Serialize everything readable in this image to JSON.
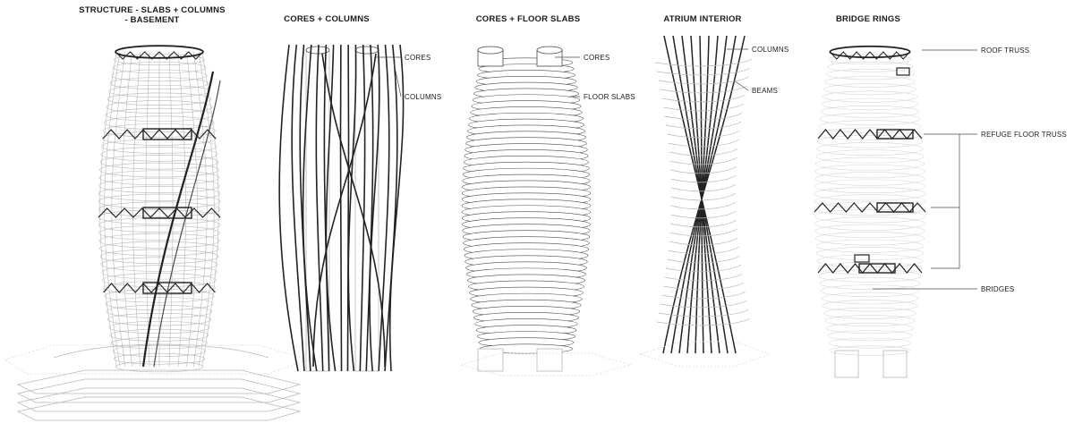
{
  "panels": [
    {
      "id": "structure",
      "title_line1": "STRUCTURE - SLABS + COLUMNS",
      "title_line2": "- BASEMENT"
    },
    {
      "id": "cores-columns",
      "title_line1": "CORES + COLUMNS",
      "labels": [
        "CORES",
        "COLUMNS"
      ]
    },
    {
      "id": "cores-slabs",
      "title_line1": "CORES + FLOOR SLABS",
      "labels": [
        "CORES",
        "FLOOR SLABS"
      ]
    },
    {
      "id": "atrium",
      "title_line1": "ATRIUM INTERIOR",
      "labels": [
        "COLUMNS",
        "BEAMS"
      ]
    },
    {
      "id": "bridge-rings",
      "title_line1": "BRIDGE RINGS",
      "labels": [
        "ROOF TRUSS",
        "REFUGE FLOOR  TRUSS",
        "BRIDGES"
      ]
    }
  ],
  "colors": {
    "line": "#4a4a4a",
    "light": "#b8b8b8",
    "faint": "#d6d6d6",
    "dark": "#222222"
  }
}
